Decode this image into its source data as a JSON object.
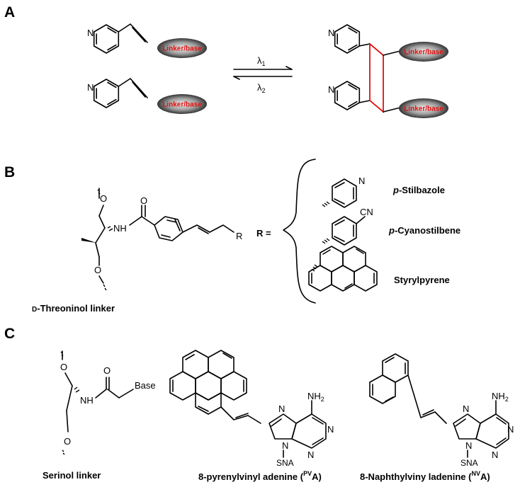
{
  "panels": {
    "a": "A",
    "b": "B",
    "c": "C"
  },
  "atoms": {
    "n": "N",
    "o": "O",
    "nh": "NH",
    "r": "R",
    "cn": "CN",
    "nh2": "NH",
    "nh2_sub": "2",
    "sna": "SNA",
    "base": "Base"
  },
  "panel_a": {
    "pill_label": "Linker/base",
    "lambda_symbol": "λ",
    "lambda1_sub": "1",
    "lambda2_sub": "2"
  },
  "panel_b": {
    "linker_prefix": "D",
    "linker_rest": "-Threoninol linker",
    "r_equals": "R =",
    "options": [
      {
        "prefix": "p",
        "rest": "-Stilbazole"
      },
      {
        "prefix": "p",
        "rest": "-Cyanostilbene"
      },
      {
        "prefix": "",
        "rest": "Styrylpyrene"
      }
    ]
  },
  "panel_c": {
    "serinol_label": "Serinol linker",
    "pva_main": "8-pyrenylvinyl adenine (",
    "pva_sup": "PV",
    "pva_end": "A)",
    "nva_main": "8-Naphthylviny ladenine (",
    "nva_sup": "NV",
    "nva_end": "A)"
  },
  "colors": {
    "ink": "#000000",
    "red": "#e01010",
    "pill_dark": "#1a1a1a",
    "pill_light": "#f2f2f2"
  }
}
